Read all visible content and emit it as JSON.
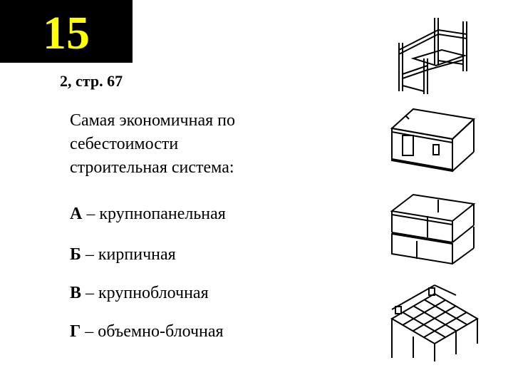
{
  "slide": {
    "number": "15",
    "reference": "2, стр. 67",
    "question_lines": [
      "Самая экономичная по",
      "себестоимости",
      "строительная система:"
    ],
    "answers": [
      {
        "letter": "А",
        "text": " – крупнопанельная"
      },
      {
        "letter": "Б",
        "text": " – кирпичная"
      },
      {
        "letter": "В",
        "text": " – крупноблочная"
      },
      {
        "letter": "Г",
        "text": " – объемно-блочная"
      }
    ]
  },
  "colors": {
    "number_box": "#000000",
    "number_text": "#ffff00"
  },
  "illustrations": [
    "frame-structure-drawing",
    "volumetric-block-drawing",
    "panel-blocks-drawing",
    "slab-floor-drawing"
  ]
}
